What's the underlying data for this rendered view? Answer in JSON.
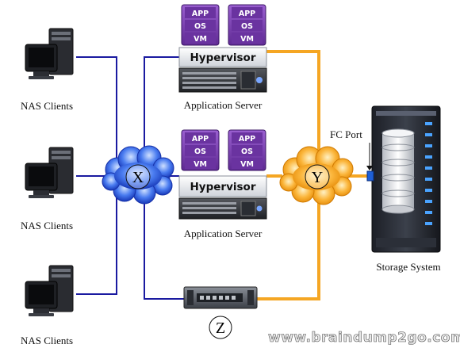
{
  "clients": [
    {
      "label": "NAS Clients"
    },
    {
      "label": "NAS Clients"
    },
    {
      "label": "NAS Clients"
    }
  ],
  "servers": [
    {
      "label": "Application Server",
      "hypervisor": "Hypervisor",
      "vms": [
        {
          "app": "APP",
          "os": "OS",
          "vm": "VM"
        },
        {
          "app": "APP",
          "os": "OS",
          "vm": "VM"
        }
      ]
    },
    {
      "label": "Application Server",
      "hypervisor": "Hypervisor",
      "vms": [
        {
          "app": "APP",
          "os": "OS",
          "vm": "VM"
        },
        {
          "app": "APP",
          "os": "OS",
          "vm": "VM"
        }
      ]
    }
  ],
  "clouds": {
    "x": "X",
    "y": "Y"
  },
  "device_z": {
    "label": "Z"
  },
  "storage": {
    "label": "Storage System",
    "port_label": "FC Port"
  },
  "watermark": "www.braindump2go.com",
  "colors": {
    "ip_network_line": "#1a1aa0",
    "fc_network_line": "#f5a623",
    "cloud_x": "#2f5fe0",
    "cloud_y": "#f7a21b",
    "vm_purple": "#7a3fb0",
    "fc_port": "#1e5fd6"
  }
}
